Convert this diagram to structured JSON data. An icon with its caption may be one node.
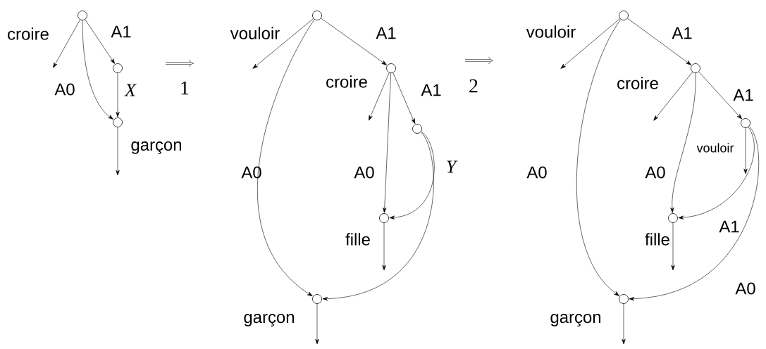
{
  "diagram": {
    "nodes": [
      {
        "text": [],
        "shape": "circle"
      },
      {
        "text": [],
        "shape": "circle"
      },
      {
        "text": [],
        "shape": "circle"
      },
      {
        "text": [],
        "shape": "circle"
      },
      {
        "text": [],
        "shape": "circle"
      },
      {
        "text": [],
        "shape": "circle"
      },
      {
        "text": [],
        "shape": "circle"
      },
      {
        "text": [],
        "shape": "circle"
      },
      {
        "text": [],
        "shape": "circle"
      },
      {
        "text": [],
        "shape": "circle"
      },
      {
        "text": [],
        "shape": "circle"
      },
      {
        "text": [],
        "shape": "circle"
      },
      {
        "text": [],
        "shape": "circle"
      }
    ],
    "edges": [
      {
        "from": 0,
        "to": null,
        "arrow": "to",
        "label": "croire"
      },
      {
        "from": 0,
        "to": 1,
        "arrow": "to",
        "label": "A1"
      },
      {
        "from": 0,
        "to": 2,
        "arrow": "to",
        "label": "A0"
      },
      {
        "from": 1,
        "to": 2,
        "arrow": "to",
        "label": "X"
      },
      {
        "from": 2,
        "to": null,
        "arrow": "to",
        "label": "garçon"
      },
      {
        "from": 3,
        "to": null,
        "arrow": "to",
        "label": "vouloir"
      },
      {
        "from": 3,
        "to": 4,
        "arrow": "to",
        "label": "A1"
      },
      {
        "from": 3,
        "to": 7,
        "arrow": "to",
        "label": "A0"
      },
      {
        "from": 4,
        "to": null,
        "arrow": "to",
        "label": "croire"
      },
      {
        "from": 4,
        "to": 6,
        "arrow": "to",
        "label": "A0"
      },
      {
        "from": 4,
        "to": 5,
        "arrow": "to",
        "label": "A1"
      },
      {
        "from": 5,
        "to": 6,
        "arrow": "to",
        "label": "Y"
      },
      {
        "from": 5,
        "to": 7,
        "arrow": "to"
      },
      {
        "from": 6,
        "to": null,
        "arrow": "to",
        "label": "fille"
      },
      {
        "from": 7,
        "to": null,
        "arrow": "to",
        "label": "garçon"
      },
      {
        "from": 8,
        "to": null,
        "arrow": "to",
        "label": "vouloir"
      },
      {
        "from": 8,
        "to": 9,
        "arrow": "to",
        "label": "A1"
      },
      {
        "from": 8,
        "to": 12,
        "arrow": "to",
        "label": "A0"
      },
      {
        "from": 9,
        "to": null,
        "arrow": "to",
        "label": "croire"
      },
      {
        "from": 9,
        "to": 11,
        "arrow": "to",
        "label": "A0"
      },
      {
        "from": 9,
        "to": 10,
        "arrow": "to",
        "label": "A1"
      },
      {
        "from": 10,
        "to": null,
        "arrow": "to",
        "label": "vouloir"
      },
      {
        "from": 10,
        "to": 11,
        "arrow": "to",
        "label": "A1"
      },
      {
        "from": 10,
        "to": 12,
        "arrow": "to",
        "label": "A0"
      },
      {
        "from": 11,
        "to": null,
        "arrow": "to",
        "label": "fille"
      },
      {
        "from": 12,
        "to": null,
        "arrow": "to",
        "label": "garçon"
      }
    ],
    "labels": [
      "1",
      "2"
    ]
  }
}
